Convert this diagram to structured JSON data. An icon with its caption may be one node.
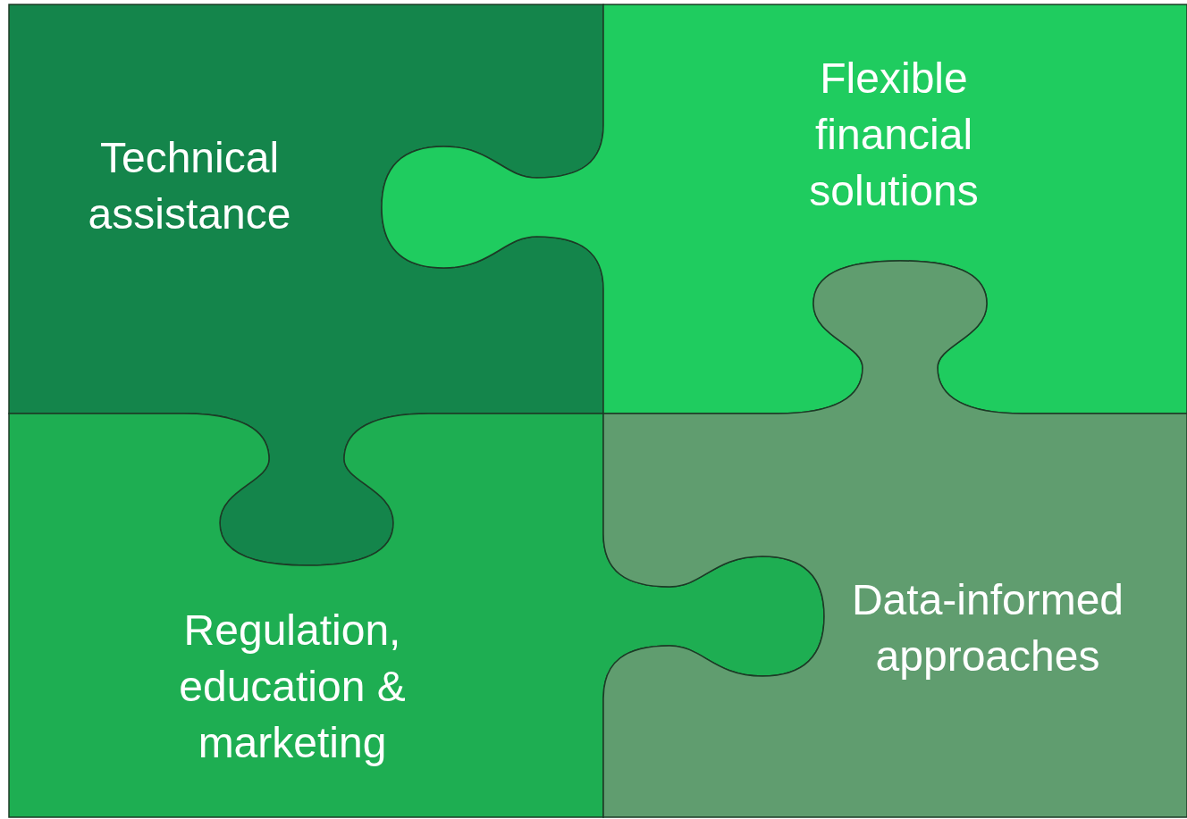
{
  "diagram": {
    "nodes": [
      {
        "text": [
          "Technical assistance"
        ]
      },
      {
        "text": [
          "Flexible financial solutions"
        ]
      },
      {
        "text": [
          "Regulation, education & marketing"
        ]
      },
      {
        "text": [
          "Data-informed approaches"
        ]
      }
    ]
  }
}
